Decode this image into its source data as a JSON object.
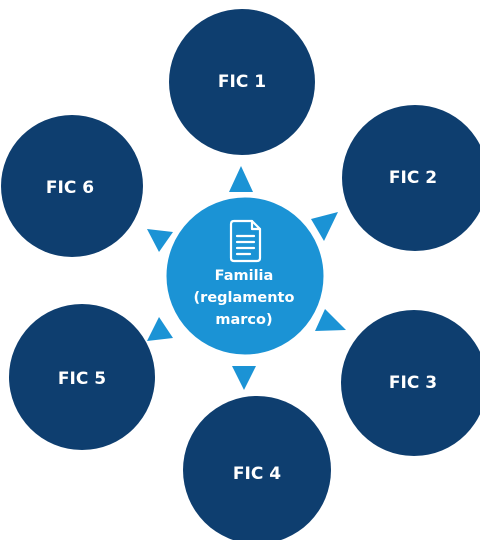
{
  "center": {
    "icon": "document-icon",
    "label_lines": [
      "Familia",
      "(reglamento",
      "marco)"
    ],
    "color": "#1b93d5"
  },
  "satellites": [
    {
      "id": "fic-1",
      "label": "FIC 1"
    },
    {
      "id": "fic-2",
      "label": "FIC 2"
    },
    {
      "id": "fic-3",
      "label": "FIC 3"
    },
    {
      "id": "fic-4",
      "label": "FIC 4"
    },
    {
      "id": "fic-5",
      "label": "FIC 5"
    },
    {
      "id": "fic-6",
      "label": "FIC 6"
    }
  ],
  "colors": {
    "satellite": "#0e3e6f",
    "arrow": "#1b93d5",
    "text": "#ffffff"
  }
}
